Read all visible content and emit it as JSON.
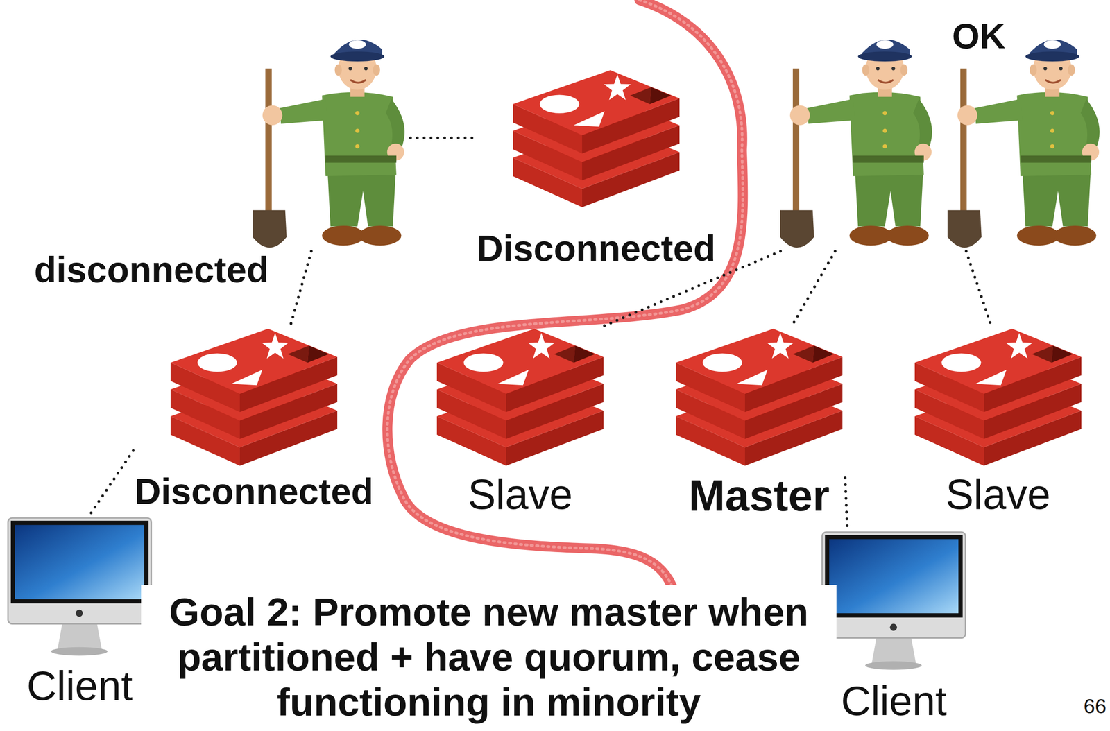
{
  "diagram": {
    "caption": "Goal 2: Promote new master when partitioned + have quorum, cease functioning in minority",
    "nodes": [
      {
        "text": [
          "disconnected"
        ]
      },
      {
        "text": [
          "Disconnected"
        ]
      },
      {
        "text": [
          "OK"
        ]
      },
      {
        "text": [
          "Disconnected"
        ]
      },
      {
        "text": [
          "Slave"
        ]
      },
      {
        "text": [
          "Master"
        ]
      },
      {
        "text": [
          "Slave"
        ]
      },
      {
        "text": [
          "Client"
        ]
      },
      {
        "text": [
          "Client"
        ]
      }
    ],
    "edges": [
      {
        "from": 0,
        "to": 1,
        "arrow": "none"
      },
      {
        "from": 0,
        "to": 3,
        "arrow": "none"
      },
      {
        "from": 3,
        "to": 7,
        "arrow": "none"
      },
      {
        "from": 2,
        "to": 4,
        "arrow": "none"
      },
      {
        "from": 2,
        "to": 5,
        "arrow": "none"
      },
      {
        "from": 2,
        "to": 6,
        "arrow": "none"
      },
      {
        "from": 5,
        "to": 8,
        "arrow": "none"
      }
    ],
    "labels": [
      "66"
    ]
  }
}
